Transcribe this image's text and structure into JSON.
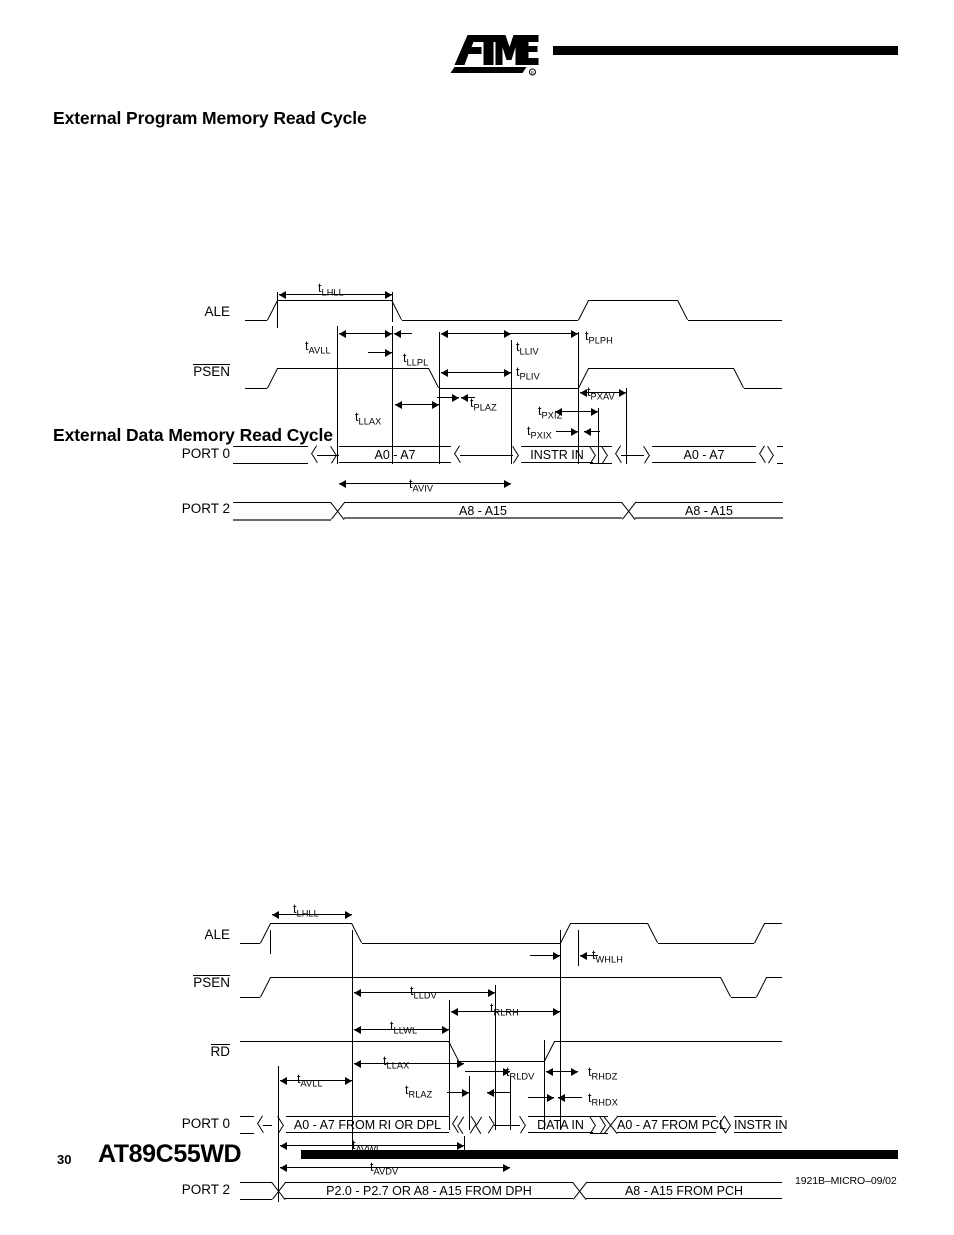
{
  "header": {
    "logo_text": "ATMEL",
    "logo_mark": "atmel-logo"
  },
  "sections": [
    {
      "id": "program",
      "title": "External Program Memory Read Cycle",
      "signals": [
        {
          "name": "ALE",
          "overline": false
        },
        {
          "name": "PSEN",
          "overline": true
        },
        {
          "name": "PORT 0",
          "overline": false
        },
        {
          "name": "PORT 2",
          "overline": false
        }
      ],
      "timings": [
        {
          "id": "t_LHLL",
          "base": "t",
          "sub": "LHLL"
        },
        {
          "id": "t_AVLL",
          "base": "t",
          "sub": "AVLL"
        },
        {
          "id": "t_LLPL",
          "base": "t",
          "sub": "LLPL"
        },
        {
          "id": "t_LLIV",
          "base": "t",
          "sub": "LLIV"
        },
        {
          "id": "t_PLIV",
          "base": "t",
          "sub": "PLIV"
        },
        {
          "id": "t_PLPH",
          "base": "t",
          "sub": "PLPH"
        },
        {
          "id": "t_LLAX",
          "base": "t",
          "sub": "LLAX"
        },
        {
          "id": "t_PLAZ",
          "base": "t",
          "sub": "PLAZ"
        },
        {
          "id": "t_PXIZ",
          "base": "t",
          "sub": "PXIZ"
        },
        {
          "id": "t_PXIX",
          "base": "t",
          "sub": "PXIX"
        },
        {
          "id": "t_PXAV",
          "base": "t",
          "sub": "PXAV"
        },
        {
          "id": "t_AVIV",
          "base": "t",
          "sub": "AVIV"
        }
      ],
      "bus_fields": [
        {
          "id": "p0-addr-1",
          "port": "PORT 0",
          "text": "A0 - A7"
        },
        {
          "id": "p0-instr",
          "port": "PORT 0",
          "text": "INSTR IN"
        },
        {
          "id": "p0-addr-2",
          "port": "PORT 0",
          "text": "A0 - A7"
        },
        {
          "id": "p2-addr-1",
          "port": "PORT 2",
          "text": "A8 - A15"
        },
        {
          "id": "p2-addr-2",
          "port": "PORT 2",
          "text": "A8 - A15"
        }
      ]
    },
    {
      "id": "data",
      "title": "External Data Memory Read Cycle",
      "signals": [
        {
          "name": "ALE",
          "overline": false
        },
        {
          "name": "PSEN",
          "overline": true
        },
        {
          "name": "RD",
          "overline": true
        },
        {
          "name": "PORT  0",
          "overline": false
        },
        {
          "name": "PORT  2",
          "overline": false
        }
      ],
      "timings": [
        {
          "id": "t_LHLL",
          "base": "t",
          "sub": "LHLL"
        },
        {
          "id": "t_WHLH",
          "base": "t",
          "sub": "WHLH"
        },
        {
          "id": "t_LLDV",
          "base": "t",
          "sub": "LLDV"
        },
        {
          "id": "t_RLRH",
          "base": "t",
          "sub": "RLRH"
        },
        {
          "id": "t_LLWL",
          "base": "t",
          "sub": "LLWL"
        },
        {
          "id": "t_LLAX",
          "base": "t",
          "sub": "LLAX"
        },
        {
          "id": "t_AVLL",
          "base": "t",
          "sub": "AVLL"
        },
        {
          "id": "t_RLAZ",
          "base": "t",
          "sub": "RLAZ"
        },
        {
          "id": "t_RLDV",
          "base": "t",
          "sub": "RLDV"
        },
        {
          "id": "t_RHDZ",
          "base": "t",
          "sub": "RHDZ"
        },
        {
          "id": "t_RHDX",
          "base": "t",
          "sub": "RHDX"
        },
        {
          "id": "t_AVWL",
          "base": "t",
          "sub": "AVWL"
        },
        {
          "id": "t_AVDV",
          "base": "t",
          "sub": "AVDV"
        }
      ],
      "bus_fields": [
        {
          "id": "d-p0-addr-1",
          "port": "PORT 0",
          "text": "A0 - A7  FROM  RI  OR  DPL"
        },
        {
          "id": "d-p0-data",
          "port": "PORT 0",
          "text": "DATA  IN"
        },
        {
          "id": "d-p0-addr-2",
          "port": "PORT 0",
          "text": "A0 - A7  FROM  PCL"
        },
        {
          "id": "d-p0-instr",
          "port": "PORT 0",
          "text": "INSTR  IN"
        },
        {
          "id": "d-p2-dph",
          "port": "PORT 2",
          "text": "P2.0 - P2.7  OR  A8 - A15  FROM  DPH"
        },
        {
          "id": "d-p2-pch",
          "port": "PORT 2",
          "text": "A8 - A15  FROM  PCH"
        }
      ]
    }
  ],
  "footer": {
    "page_number": "30",
    "part_number": "AT89C55WD",
    "doc_code": "1921B–MICRO–09/02"
  }
}
